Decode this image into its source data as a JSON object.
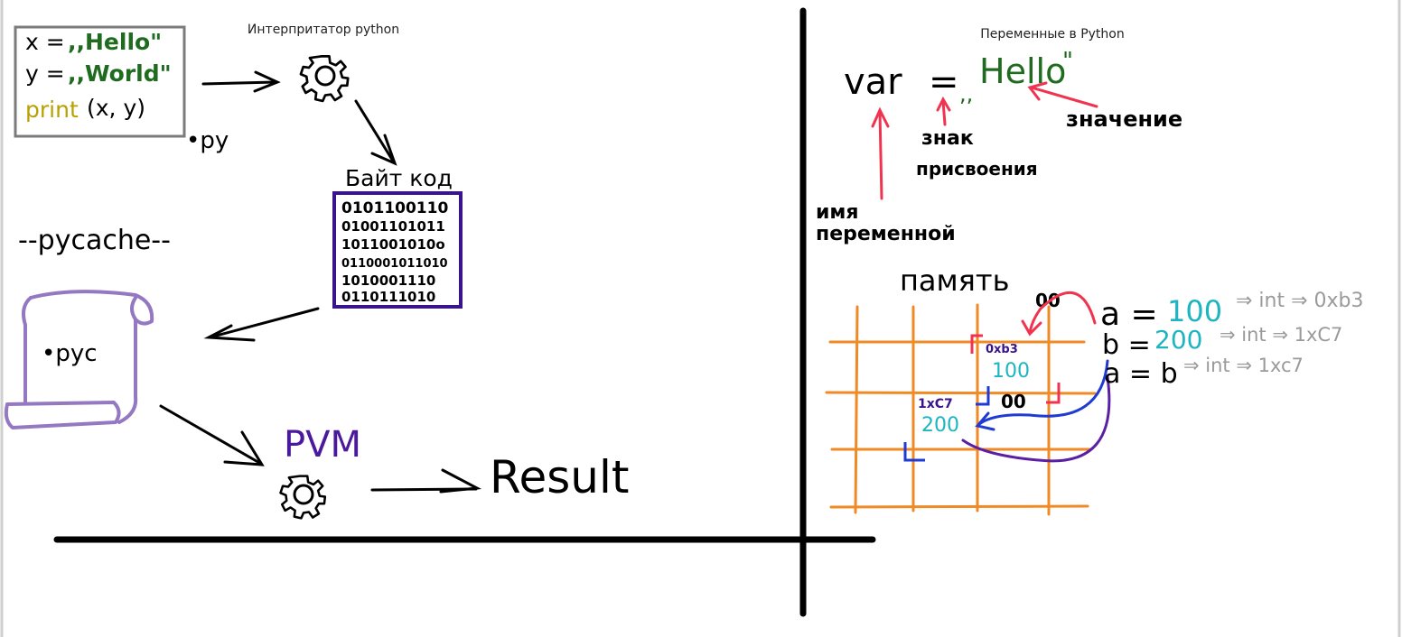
{
  "left": {
    "title": "Интерпритатор python",
    "code": {
      "line1_prefix": "x =",
      "line1_value": ",,Hello\"",
      "line2_prefix": "y =",
      "line2_value": ",,World\"",
      "line3_func": "print",
      "line3_args": "(x, y)"
    },
    "py_label": "•py",
    "bytecode_label": "Байт код",
    "bytecode_rows": [
      "0101100110",
      "01001101011",
      "1011001010o",
      "0110001011010",
      "1010001110",
      "0110111010"
    ],
    "pycache_label": "--pycache--",
    "pyc_label": "•pyc",
    "pvm_label": "PVM",
    "result_label": "Result"
  },
  "right": {
    "title": "Переменные в Python",
    "var_text": "var",
    "equals": "=",
    "quote_open": ",,",
    "hello": "Hello",
    "quote_close": "\"",
    "label_value": "значение",
    "label_sign_1": "знак",
    "label_sign_2": "присвоения",
    "label_name_1": "имя",
    "label_name_2": "переменной",
    "memory_label": "память",
    "a_line": {
      "var": "a =",
      "val": "100",
      "annot": "⇒ int ⇒ 0xb3"
    },
    "b_line": {
      "var": "b =",
      "val": "200",
      "annot": "⇒ int ⇒ 1xC7"
    },
    "ab_line": {
      "var": "a = b",
      "annot": "⇒ int ⇒ 1xc7"
    },
    "cell1": {
      "addr": "0xb3",
      "val": "100"
    },
    "cell2": {
      "addr": "1xC7",
      "val": "200"
    },
    "eyes": "00"
  },
  "colors": {
    "ink": "#000000",
    "green": "#1f6b1f",
    "yellow": "#b9a000",
    "purple": "#3a148c",
    "scroll": "#9478c2",
    "pvm": "#4b1a9c",
    "red": "#f0344f",
    "grid": "#f08a24",
    "teal": "#1db5c0",
    "blue": "#1f3bd1",
    "gray": "#9a9a9a",
    "violet": "#5b1fa6"
  }
}
